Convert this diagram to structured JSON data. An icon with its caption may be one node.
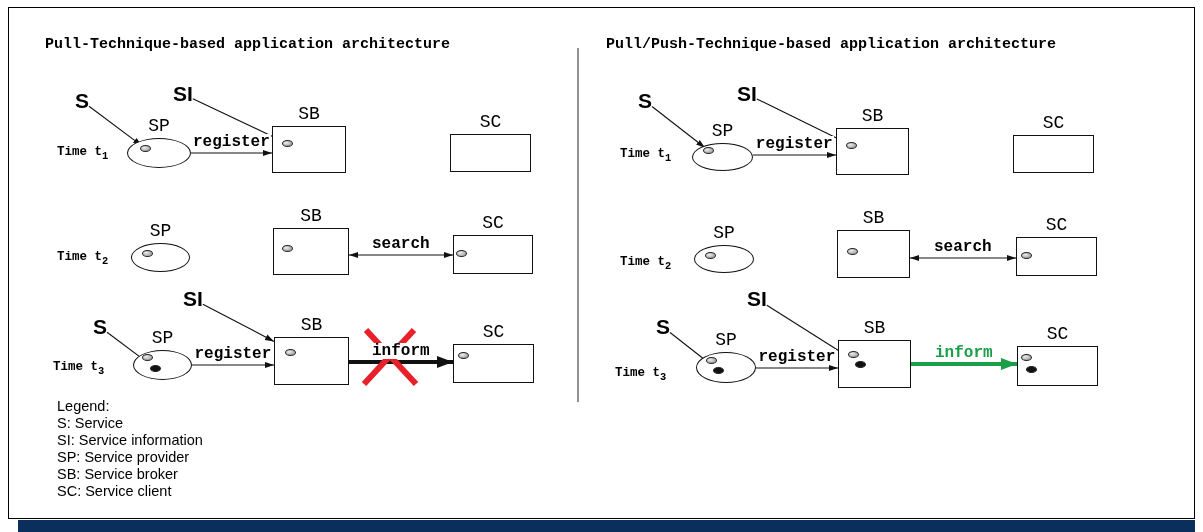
{
  "diagram": {
    "nodes": [
      {
        "text": [
          "S"
        ]
      },
      {
        "text": [
          "SI"
        ]
      },
      {
        "text": [
          "SP"
        ],
        "beside": [
          "Time t$_{1}$"
        ]
      },
      {
        "text": [],
        "shape": "circle",
        "in": 2
      },
      {
        "text": [
          "SB"
        ]
      },
      {
        "text": [],
        "shape": "circle",
        "in": 4
      },
      {
        "text": [
          "SC"
        ]
      },
      {
        "text": [
          "SP"
        ],
        "beside": [
          "Time t$_{2}$"
        ]
      },
      {
        "text": [],
        "shape": "circle",
        "in": 7
      },
      {
        "text": [
          "SB"
        ]
      },
      {
        "text": [],
        "shape": "circle",
        "in": 9
      },
      {
        "text": [
          "SC"
        ]
      },
      {
        "text": [],
        "shape": "circle",
        "in": 11
      },
      {
        "text": [
          "S"
        ]
      },
      {
        "text": [
          "SI"
        ]
      },
      {
        "text": [
          "SP"
        ],
        "beside": [
          "Time t$_{3}$"
        ]
      },
      {
        "text": [],
        "shape": "circle",
        "in": 15
      },
      {
        "text": [],
        "shape": "circle",
        "in": 15
      },
      {
        "text": [
          "SB"
        ]
      },
      {
        "text": [],
        "shape": "circle",
        "in": 18
      },
      {
        "text": [
          "SC"
        ]
      },
      {
        "text": [],
        "shape": "circle",
        "in": 20
      },
      {
        "text": [
          "S"
        ]
      },
      {
        "text": [
          "SI"
        ]
      },
      {
        "text": [
          "SP"
        ],
        "beside": [
          "Time t$_{1}$"
        ]
      },
      {
        "text": [],
        "shape": "circle",
        "in": 24
      },
      {
        "text": [
          "SB"
        ]
      },
      {
        "text": [],
        "shape": "circle",
        "in": 26
      },
      {
        "text": [
          "SC"
        ]
      },
      {
        "text": [
          "SP"
        ],
        "beside": [
          "Time t$_{2}$"
        ]
      },
      {
        "text": [],
        "shape": "circle",
        "in": 29
      },
      {
        "text": [
          "SB"
        ]
      },
      {
        "text": [],
        "shape": "circle",
        "in": 31
      },
      {
        "text": [
          "SC"
        ]
      },
      {
        "text": [],
        "shape": "circle",
        "in": 33
      },
      {
        "text": [
          "S"
        ]
      },
      {
        "text": [
          "SI"
        ]
      },
      {
        "text": [
          "SP"
        ],
        "beside": [
          "Time t$_{3}$"
        ]
      },
      {
        "text": [],
        "shape": "circle",
        "in": 37
      },
      {
        "text": [],
        "shape": "circle",
        "in": 37
      },
      {
        "text": [
          "SB"
        ]
      },
      {
        "text": [],
        "shape": "circle",
        "in": 40
      },
      {
        "text": [],
        "shape": "circle",
        "in": 40
      },
      {
        "text": [
          "SC"
        ]
      },
      {
        "text": [],
        "shape": "circle",
        "in": 43
      },
      {
        "text": [],
        "shape": "circle",
        "in": 43
      }
    ],
    "edges": [
      {
        "from": 0,
        "to": 3,
        "arrow": "to"
      },
      {
        "from": 1,
        "to": 5,
        "arrow": "to"
      },
      {
        "from": 2,
        "to": 4,
        "arrow": "to",
        "label": "register"
      },
      {
        "from": 9,
        "to": 11,
        "arrow": "both",
        "label": "search"
      },
      {
        "from": 13,
        "to": 17,
        "arrow": "to"
      },
      {
        "from": 14,
        "to": 18,
        "arrow": "to"
      },
      {
        "from": 15,
        "to": 18,
        "arrow": "to",
        "label": "register"
      },
      {
        "from": 18,
        "to": 20,
        "arrow": "to",
        "label": "inform",
        "style": "thick"
      },
      {
        "from": 22,
        "to": 25,
        "arrow": "to"
      },
      {
        "from": 23,
        "to": 27,
        "arrow": "to"
      },
      {
        "from": 24,
        "to": 26,
        "arrow": "to",
        "label": "register"
      },
      {
        "from": 31,
        "to": 33,
        "arrow": "both",
        "label": "search"
      },
      {
        "from": 35,
        "to": 39,
        "arrow": "to"
      },
      {
        "from": 36,
        "to": 42,
        "arrow": "to"
      },
      {
        "from": 37,
        "to": 40,
        "arrow": "to",
        "label": "register"
      },
      {
        "from": 40,
        "to": 43,
        "arrow": "to",
        "label": "inform",
        "style": "thick",
        "color": "#1a9e48"
      }
    ],
    "labels": [
      "Pull-Technique-based application architecture",
      "Pull/Push-Technique-based application architecture",
      "Legend:",
      "S: Service",
      "SI: Service information",
      "SP: Service provider",
      "SB: Service broker",
      "SC: Service client"
    ]
  }
}
